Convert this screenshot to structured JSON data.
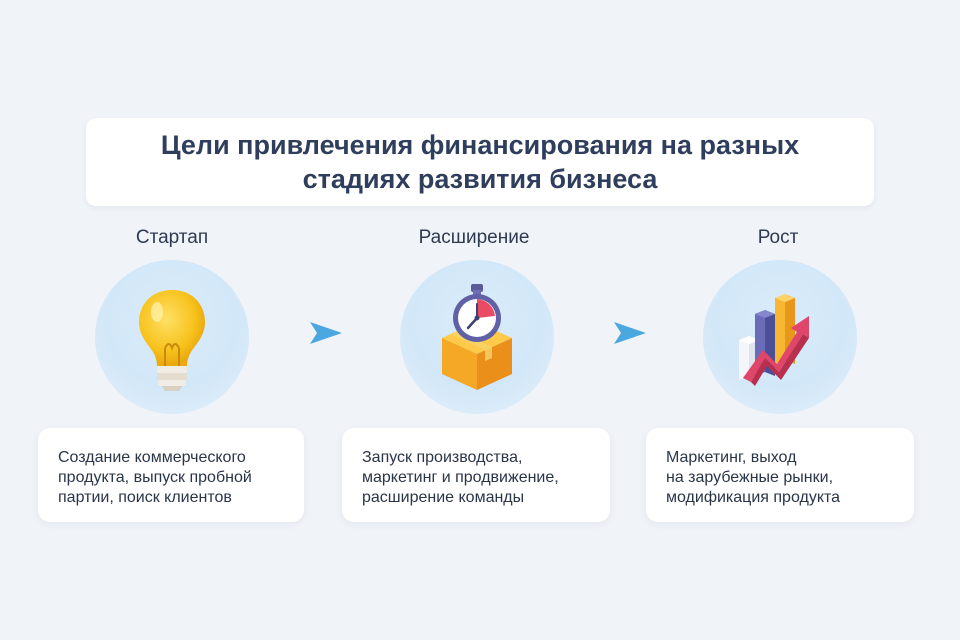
{
  "title": {
    "line1": "Цели привлечения финансирования на разных",
    "line2": "стадиях развития бизнеса"
  },
  "stages": [
    {
      "name": "Стартап",
      "icon": "lightbulb-icon",
      "lines": [
        "Создание коммерческого",
        "продукта, выпуск пробной",
        "партии, поиск клиентов"
      ]
    },
    {
      "name": "Расширение",
      "icon": "stopwatch-box-icon",
      "lines": [
        "Запуск производства,",
        "маркетинг и продвижение,",
        "расширение команды"
      ]
    },
    {
      "name": "Рост",
      "icon": "growth-chart-icon",
      "lines": [
        "Маркетинг, выход",
        "на зарубежные рынки,",
        "модификация продукта"
      ]
    }
  ],
  "colors": {
    "background": "#f0f3f8",
    "title_text": "#2e3e5c",
    "arrow": "#4aa7e0",
    "circle": "#d6e9f8"
  }
}
